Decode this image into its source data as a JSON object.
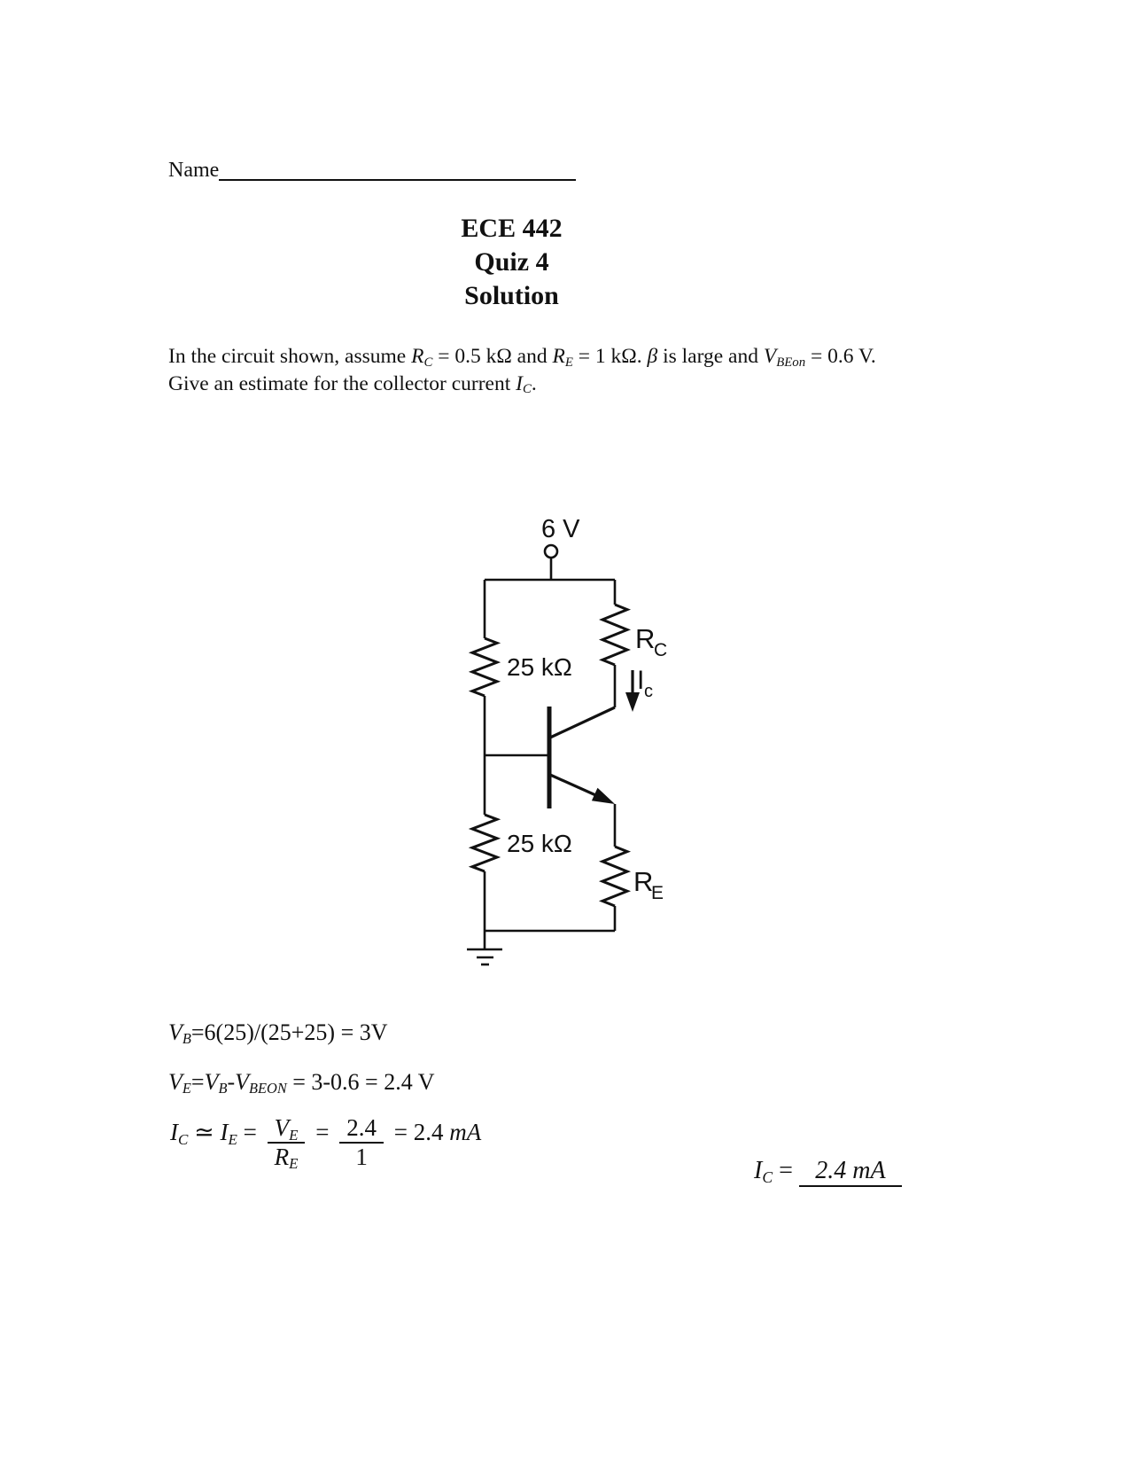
{
  "page": {
    "name_label": "Name",
    "title_lines": [
      "ECE 442",
      "Quiz 4",
      "Solution"
    ]
  },
  "problem": {
    "line1": [
      {
        "t": "In the circuit shown, assume ",
        "s": "n"
      },
      {
        "t": "R",
        "s": "i"
      },
      {
        "t": "C",
        "s": "s"
      },
      {
        "t": " = 0.5 kΩ and ",
        "s": "n"
      },
      {
        "t": "R",
        "s": "i"
      },
      {
        "t": "E",
        "s": "s"
      },
      {
        "t": " = 1 kΩ. ",
        "s": "n"
      },
      {
        "t": "β",
        "s": "i"
      },
      {
        "t": " is large and ",
        "s": "n"
      },
      {
        "t": "V",
        "s": "i"
      },
      {
        "t": "BEon",
        "s": "s"
      },
      {
        "t": " = 0.6 V.",
        "s": "n"
      }
    ],
    "line2": [
      {
        "t": "Give an estimate for the collector current ",
        "s": "n"
      },
      {
        "t": "I",
        "s": "i"
      },
      {
        "t": "C",
        "s": "s"
      },
      {
        "t": ".",
        "s": "n"
      }
    ]
  },
  "circuit": {
    "supply_label": "6 V",
    "upper_bias_resistor_label": "25 kΩ",
    "lower_bias_resistor_label": "25 kΩ",
    "rc_base": "R",
    "rc_sub": "C",
    "re_base": "R",
    "re_sub": "E",
    "ic_base": "I",
    "ic_sub": "c"
  },
  "solution": {
    "eq1": [
      {
        "t": "V",
        "s": "i"
      },
      {
        "t": "B",
        "s": "s"
      },
      {
        "t": "=6(25)/(25+25) = 3V",
        "s": "n"
      }
    ],
    "eq2": [
      {
        "t": "V",
        "s": "i"
      },
      {
        "t": "E",
        "s": "s"
      },
      {
        "t": "=",
        "s": "n"
      },
      {
        "t": "V",
        "s": "i"
      },
      {
        "t": "B",
        "s": "s"
      },
      {
        "t": "-",
        "s": "n"
      },
      {
        "t": "V",
        "s": "i"
      },
      {
        "t": "BEON",
        "s": "s"
      },
      {
        "t": " = 3-0.6 = 2.4 V",
        "s": "n"
      }
    ],
    "eq3": {
      "lhs": [
        {
          "t": "I",
          "s": "i"
        },
        {
          "t": "C",
          "s": "s"
        },
        {
          "t": " ≃ ",
          "s": "n"
        },
        {
          "t": "I",
          "s": "i"
        },
        {
          "t": "E",
          "s": "s"
        },
        {
          "t": " = ",
          "s": "n"
        }
      ],
      "frac1_num": [
        {
          "t": "V",
          "s": "i"
        },
        {
          "t": "E",
          "s": "s"
        }
      ],
      "frac1_den": [
        {
          "t": "R",
          "s": "i"
        },
        {
          "t": "E",
          "s": "s"
        }
      ],
      "mid": " = ",
      "frac2_num": [
        {
          "t": "2.4",
          "s": "n"
        }
      ],
      "frac2_den": [
        {
          "t": "1",
          "s": "n"
        }
      ],
      "rhs": [
        {
          "t": " = 2.4 ",
          "s": "n"
        },
        {
          "t": "mA",
          "s": "i"
        }
      ]
    },
    "answer": {
      "label": [
        {
          "t": "I",
          "s": "i"
        },
        {
          "t": "C",
          "s": "s"
        },
        {
          "t": " = ",
          "s": "n"
        }
      ],
      "value": "2.4 mA"
    }
  }
}
